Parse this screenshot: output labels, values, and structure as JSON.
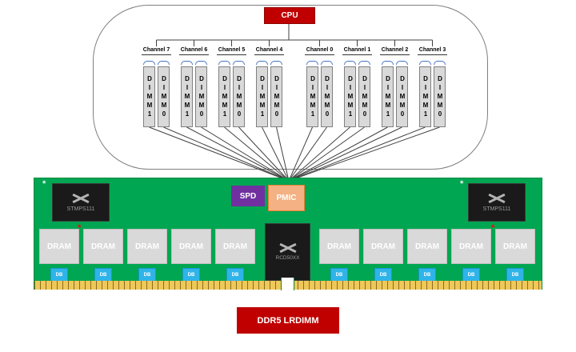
{
  "cpu": {
    "label": "CPU"
  },
  "channels": [
    {
      "label": "Channel 7",
      "dimms": [
        "DIMM1",
        "DIMM0"
      ]
    },
    {
      "label": "Channel 6",
      "dimms": [
        "DIMM1",
        "DIMM0"
      ]
    },
    {
      "label": "Channel 5",
      "dimms": [
        "DIMM1",
        "DIMM0"
      ]
    },
    {
      "label": "Channel 4",
      "dimms": [
        "DIMM1",
        "DIMM0"
      ]
    },
    {
      "label": "Channel 0",
      "dimms": [
        "DIMM1",
        "DIMM0"
      ]
    },
    {
      "label": "Channel 1",
      "dimms": [
        "DIMM1",
        "DIMM0"
      ]
    },
    {
      "label": "Channel 2",
      "dimms": [
        "DIMM1",
        "DIMM0"
      ]
    },
    {
      "label": "Channel 3",
      "dimms": [
        "DIMM1",
        "DIMM0"
      ]
    }
  ],
  "module": {
    "spd_label": "SPD",
    "pmic_label": "PMIC",
    "power_chip_label": "STMPS111",
    "rcd_label": "RCD50XX",
    "dram_label": "DRAM",
    "db_label": "DB",
    "footnote_marker": "*"
  },
  "caption": "DDR5 LRDIMM",
  "colors": {
    "cpu_red": "#C00000",
    "pcb_green": "#00A651",
    "spd_purple": "#7030A0",
    "pmic_orange": "#F4B183",
    "db_blue": "#2FB4E9",
    "dram_gray": "#D9D9D9",
    "chip_black": "#1A1A1A",
    "brace_blue": "#4472C4",
    "gold": "#EFC85A"
  }
}
